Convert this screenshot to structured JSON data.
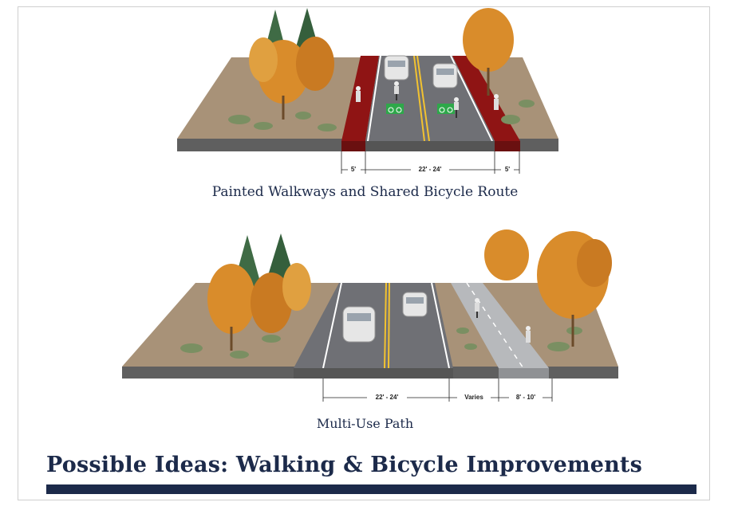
{
  "caption_top": "Painted Walkways and Shared Bicycle Route",
  "caption_bottom": "Multi-Use Path",
  "title": "Possible Ideas: Walking & Bicycle Improvements",
  "dims_top": {
    "left": "5'",
    "middle": "22' - 24'",
    "right": "5'"
  },
  "dims_bottom": {
    "road": "22' - 24'",
    "buffer": "Varies",
    "path": "8' - 10'"
  },
  "colors": {
    "navy": "#1c2a4a",
    "walkway_red": "#8f1414",
    "asphalt": "#6f7075",
    "path_gray": "#b7b9bc",
    "yellow_line": "#f2c230",
    "bike_green": "#2ea84a",
    "foliage_orange": "#d98c2b",
    "pine_green": "#3f6b45",
    "ground_tan": "#a89278"
  },
  "icons": [
    "deciduous-tree-icon",
    "pine-tree-icon",
    "car-icon",
    "cyclist-icon",
    "pedestrian-icon",
    "bike-marking-icon"
  ]
}
